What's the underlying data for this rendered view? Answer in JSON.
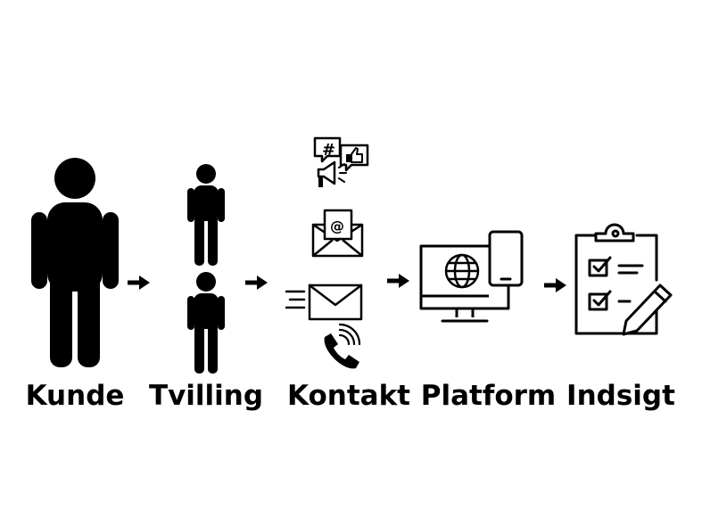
{
  "steps": [
    {
      "label": "Kunde",
      "icon": "person-icon"
    },
    {
      "label": "Tvilling",
      "icon": "twin-persons-icon"
    },
    {
      "label": "Kontakt",
      "icon": "contact-channels-icon"
    },
    {
      "label": "Platform",
      "icon": "computer-and-phone-icon"
    },
    {
      "label": "Indsigt",
      "icon": "clipboard-checklist-icon"
    }
  ],
  "social_icon_text": {
    "hashtag": "#",
    "at": "@"
  },
  "colors": {
    "ink": "#000000",
    "background": "#ffffff"
  }
}
